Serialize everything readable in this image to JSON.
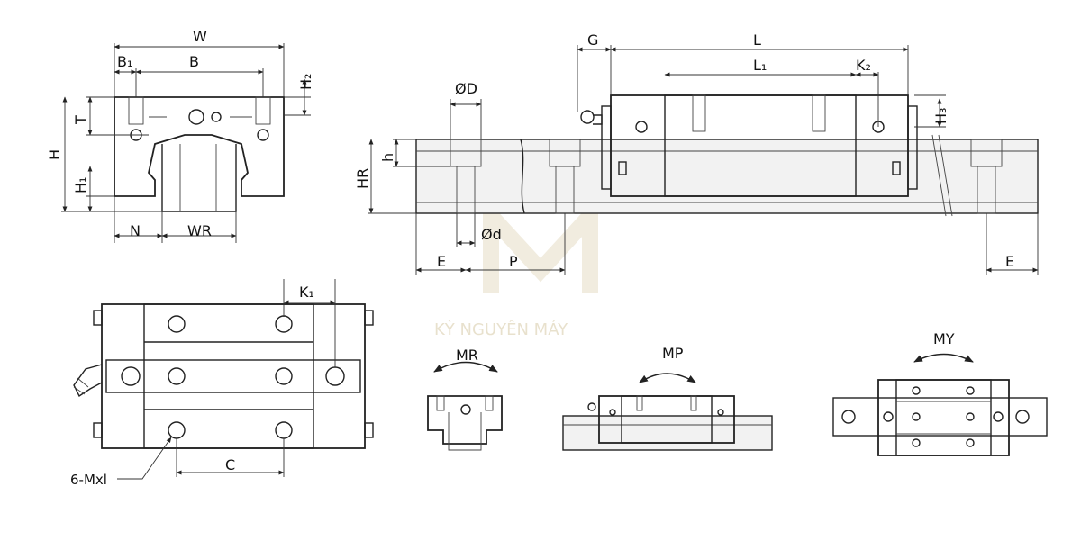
{
  "labels": {
    "W": "W",
    "B1": "B₁",
    "B": "B",
    "H2": "H₂",
    "T": "T",
    "H": "H",
    "H1": "H₁",
    "N": "N",
    "WR": "WR",
    "G": "G",
    "L": "L",
    "L1": "L₁",
    "K2": "K₂",
    "H3": "H₃",
    "OD": "ØD",
    "h": "h",
    "HR": "HR",
    "Od": "Ød",
    "E_left": "E",
    "P": "P",
    "E_right": "E",
    "K1": "K₁",
    "C": "C",
    "mxl": "6-Mxl",
    "MR": "MR",
    "MP": "MP",
    "MY": "MY"
  },
  "watermark": "KỲ NGUYÊN MÁY",
  "colors": {
    "line": "#222222",
    "watermark": "#d7c9a6"
  }
}
